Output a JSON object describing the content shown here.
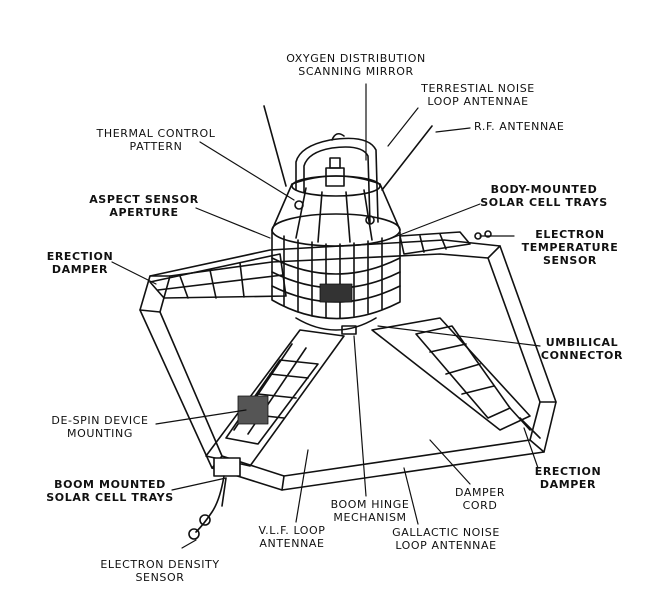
{
  "labels": {
    "oxygen_mirror": [
      "OXYGEN DISTRIBUTION",
      "SCANNING MIRROR"
    ],
    "terrestial_noise": [
      "TERRESTIAL NOISE",
      "LOOP ANTENNAE"
    ],
    "rf_antennae": [
      "R.F. ANTENNAE"
    ],
    "thermal_control": [
      "THERMAL CONTROL",
      "PATTERN"
    ],
    "body_solar_trays": [
      "BODY-MOUNTED",
      "SOLAR CELL TRAYS"
    ],
    "aspect_sensor": [
      "ASPECT SENSOR",
      "APERTURE"
    ],
    "electron_temp": [
      "ELECTRON",
      "TEMPERATURE",
      "SENSOR"
    ],
    "erection_damper_left": [
      "ERECTION",
      "DAMPER"
    ],
    "umbilical": [
      "UMBILICAL",
      "CONNECTOR"
    ],
    "despin": [
      "DE-SPIN DEVICE",
      "MOUNTING"
    ],
    "erection_damper_right": [
      "ERECTION",
      "DAMPER"
    ],
    "boom_solar_trays": [
      "BOOM MOUNTED",
      "SOLAR CELL TRAYS"
    ],
    "damper_cord": [
      "DAMPER",
      "CORD"
    ],
    "boom_hinge": [
      "BOOM HINGE",
      "MECHANISM"
    ],
    "vlf_loop": [
      "V.L.F. LOOP",
      "ANTENNAE"
    ],
    "galactic_noise": [
      "GALLACTIC NOISE",
      "LOOP ANTENNAE"
    ],
    "electron_density": [
      "ELECTRON DENSITY",
      "SENSOR"
    ]
  },
  "colors": {
    "ink": "#111111",
    "paper": "#ffffff"
  }
}
